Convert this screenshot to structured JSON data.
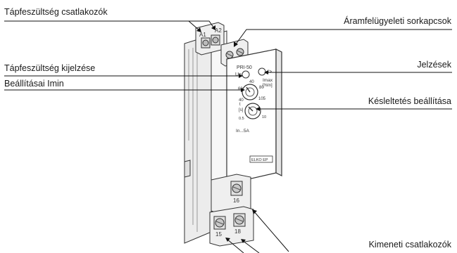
{
  "callouts": {
    "supply_terminals": "Tápfeszültség csatlakozók",
    "current_monitoring_terminals": "Áramfelügyeleti sorkapcsok",
    "supply_indication": "Tápfeszültség kijelzése",
    "imin_setting": "Beállításai Imin",
    "indications": "Jelzések",
    "delay_setting": "Késleltetés beállítása",
    "output_terminals": "Kimeneti csatlakozók"
  },
  "device": {
    "model": "PRI-50",
    "terminal_a1": "A1",
    "terminal_a2": "A2",
    "led_un": "Un",
    "led_i": "I>",
    "imax_label": "Imax",
    "imax_unit": "[%In]",
    "dial1_top": "40",
    "dial1_left": "60",
    "dial1_right": "80",
    "dial1_bottom_left": "40",
    "dial1_bottom_right": "105",
    "delay_unit": "[s]",
    "delay_t": "t",
    "dial2_min": "0.5",
    "dial2_max": "10",
    "range": "In...5A",
    "brand": "ELKO EP",
    "terminal_16_top": "16",
    "terminal_15": "15",
    "terminal_18": "18"
  }
}
